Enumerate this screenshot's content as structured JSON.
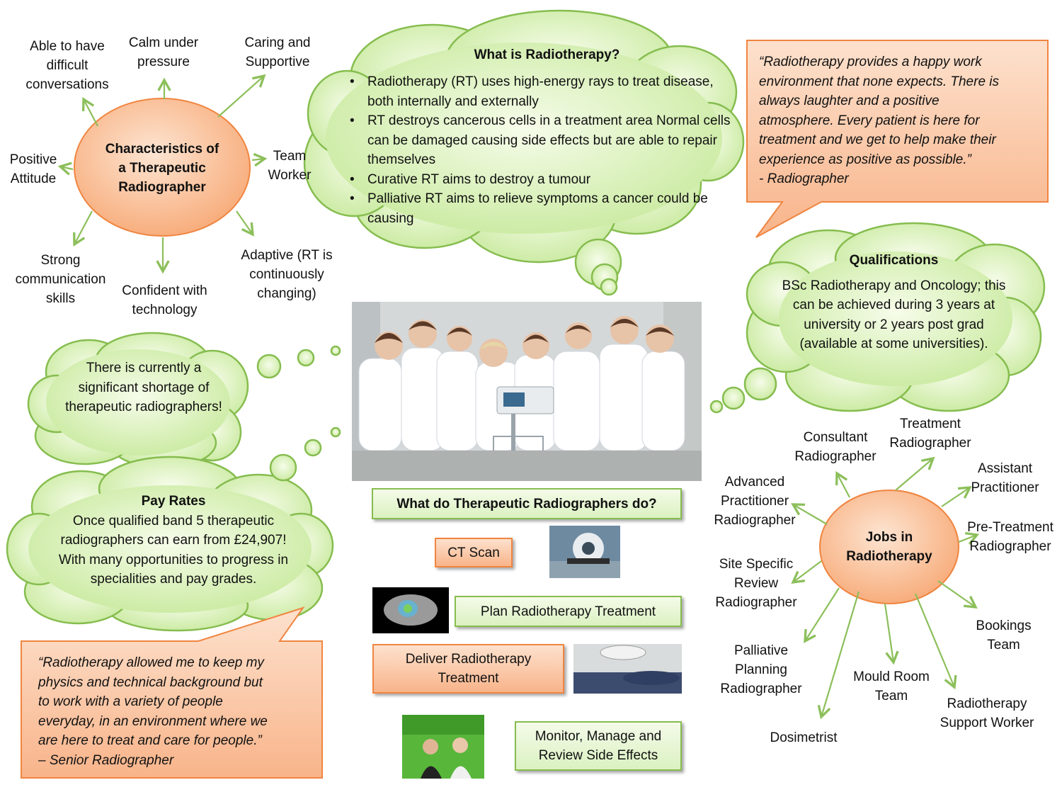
{
  "characteristics": {
    "hub": "Characteristics of a Therapeutic Radiographer",
    "items": [
      "Able to have difficult conversations",
      "Calm under pressure",
      "Caring and Supportive",
      "Team Worker",
      "Adaptive (RT is continuously changing)",
      "Confident with technology",
      "Strong communication skills",
      "Positive Attitude"
    ]
  },
  "what_is": {
    "title": "What is Radiotherapy?",
    "bullets": [
      "Radiotherapy (RT) uses high-energy rays to treat disease, both internally and externally",
      "RT destroys cancerous cells in a treatment area Normal cells can be damaged causing side effects but are able to repair themselves",
      "Curative RT aims to destroy a tumour",
      "Palliative RT aims to relieve symptoms a cancer could be causing"
    ]
  },
  "quote_top": {
    "lines": [
      "“Radiotherapy provides a happy work",
      "environment that none expects. There is",
      "always laughter and a positive",
      "atmosphere. Every patient is here for",
      "treatment and we get to help make their",
      "experience as positive as possible.”",
      " - Radiographer"
    ]
  },
  "qualifications": {
    "title": "Qualifications",
    "text": "BSc Radiotherapy and Oncology; this can be achieved during 3 years at university or 2 years post grad (available at some universities)."
  },
  "shortage": {
    "text": "There is currently a significant shortage of therapeutic radiographers!"
  },
  "pay": {
    "title": "Pay Rates",
    "text": "Once qualified band 5 therapeutic radiographers can earn from £24,907! With many opportunities to progress in specialities and pay grades."
  },
  "quote_bottom": {
    "lines": [
      "“Radiotherapy allowed me to keep my",
      "physics and technical background but",
      "to work with a variety of people",
      "everyday, in an environment where we",
      "are here to treat and care for people.”",
      "– Senior Radiographer"
    ]
  },
  "duties": {
    "title": "What do Therapeutic Radiographers do?",
    "ct": "CT Scan",
    "plan": "Plan Radiotherapy Treatment",
    "deliver": "Deliver Radiotherapy Treatment",
    "monitor": "Monitor, Manage and Review Side Effects"
  },
  "jobs": {
    "hub": "Jobs in Radiotherapy",
    "items": [
      "Consultant Radiographer",
      "Treatment Radiographer",
      "Assistant Practitioner",
      "Advanced Practitioner Radiographer",
      "Pre-Treatment Radiographer",
      "Site Specific Review Radiographer",
      "Bookings Team",
      "Palliative Planning Radiographer",
      "Mould Room Team",
      "Radiotherapy Support Worker",
      "Dosimetrist"
    ]
  },
  "colors": {
    "orange_border": "#f08540",
    "orange_fill": "#f8b48a",
    "green_border": "#86bd4f",
    "green_fill": "#dbf1c1",
    "arrow": "#8cbf5a"
  }
}
